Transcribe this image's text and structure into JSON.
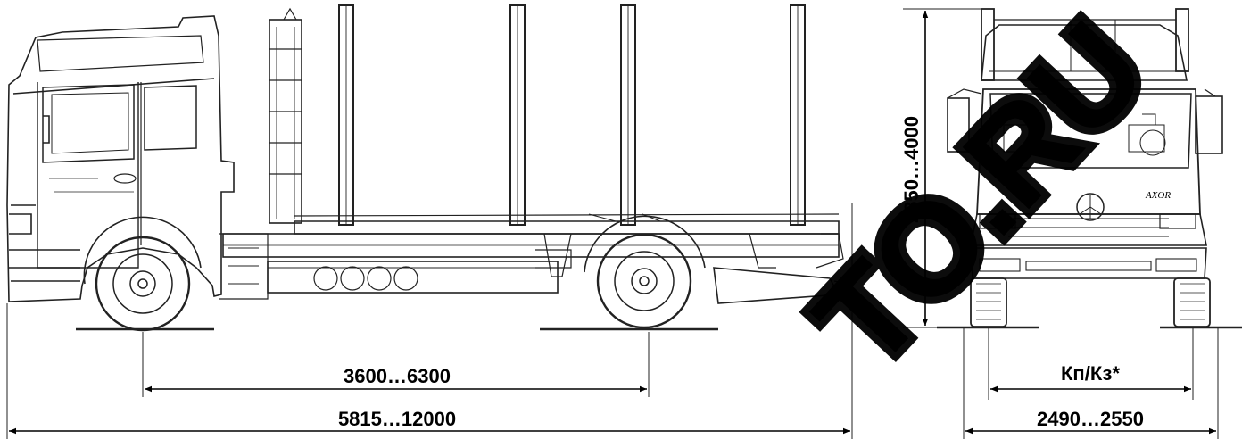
{
  "dimensions": {
    "wheelbase": "3600…6300",
    "overall_length": "5815…12000",
    "height": "2850…4000",
    "track": "Кп/Кз*",
    "overall_width": "2490…2550"
  },
  "badges": {
    "model_badge": "AXOR"
  },
  "watermark": {
    "text": "TO.RU"
  },
  "colors": {
    "line": "#222222",
    "dimension": "#000000",
    "watermark": "#000000"
  }
}
